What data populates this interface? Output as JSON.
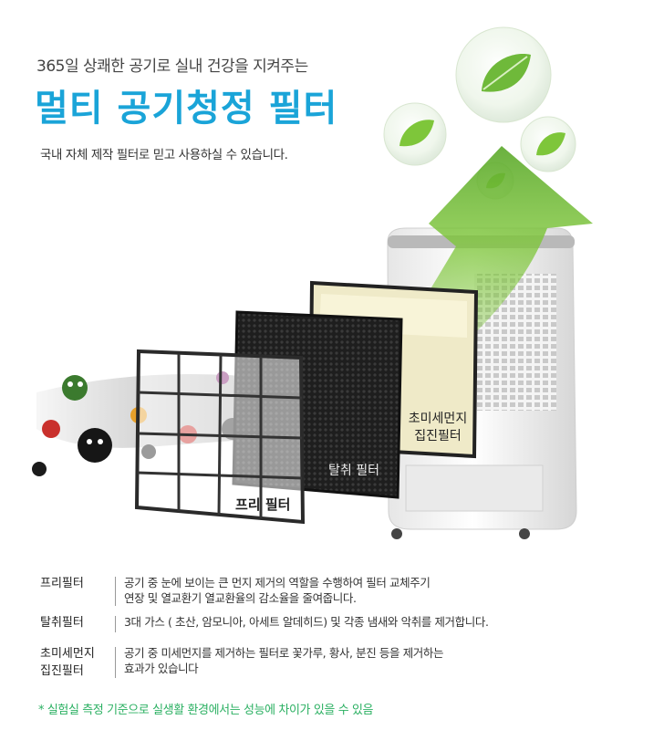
{
  "header": {
    "subtitle": "365일 상쾌한 공기로 실내 건강을 지켜주는",
    "title": "멀티 공기청정 필터",
    "description": "국내 자체 제작 필터로 믿고 사용하실 수 있습니다."
  },
  "illustration": {
    "prefilter_label": "프리 필터",
    "deodorizing_label": "탈취 필터",
    "hepa_label_line1": "초미세먼지",
    "hepa_label_line2": "집진필터",
    "arrow_color": "#7ec63a",
    "accent_color": "#1aa4d8"
  },
  "filters": [
    {
      "name": "프리필터",
      "text_line1": "공기 중 눈에 보이는 큰 먼지 제거의 역할을 수행하여 필터 교체주기",
      "text_line2": "연장 및 열교환기 열교환율의 감소율을 줄여줍니다."
    },
    {
      "name": "탈취필터",
      "text_line1": "3대 가스 ( 초산, 암모니아, 아세트 알데히드)  및 각종 냄새와 악취를 제거합니다.",
      "text_line2": ""
    },
    {
      "name_line1": "초미세먼지",
      "name_line2": "집진필터",
      "text_line1": "공기 중 미세먼지를 제거하는 필터로 꽃가루, 황사, 분진 등을 제거하는",
      "text_line2": "효과가 있습니다"
    }
  ],
  "footnote": "* 실험실 측정 기준으로 실생활 환경에서는 성능에 차이가 있을 수 있음"
}
